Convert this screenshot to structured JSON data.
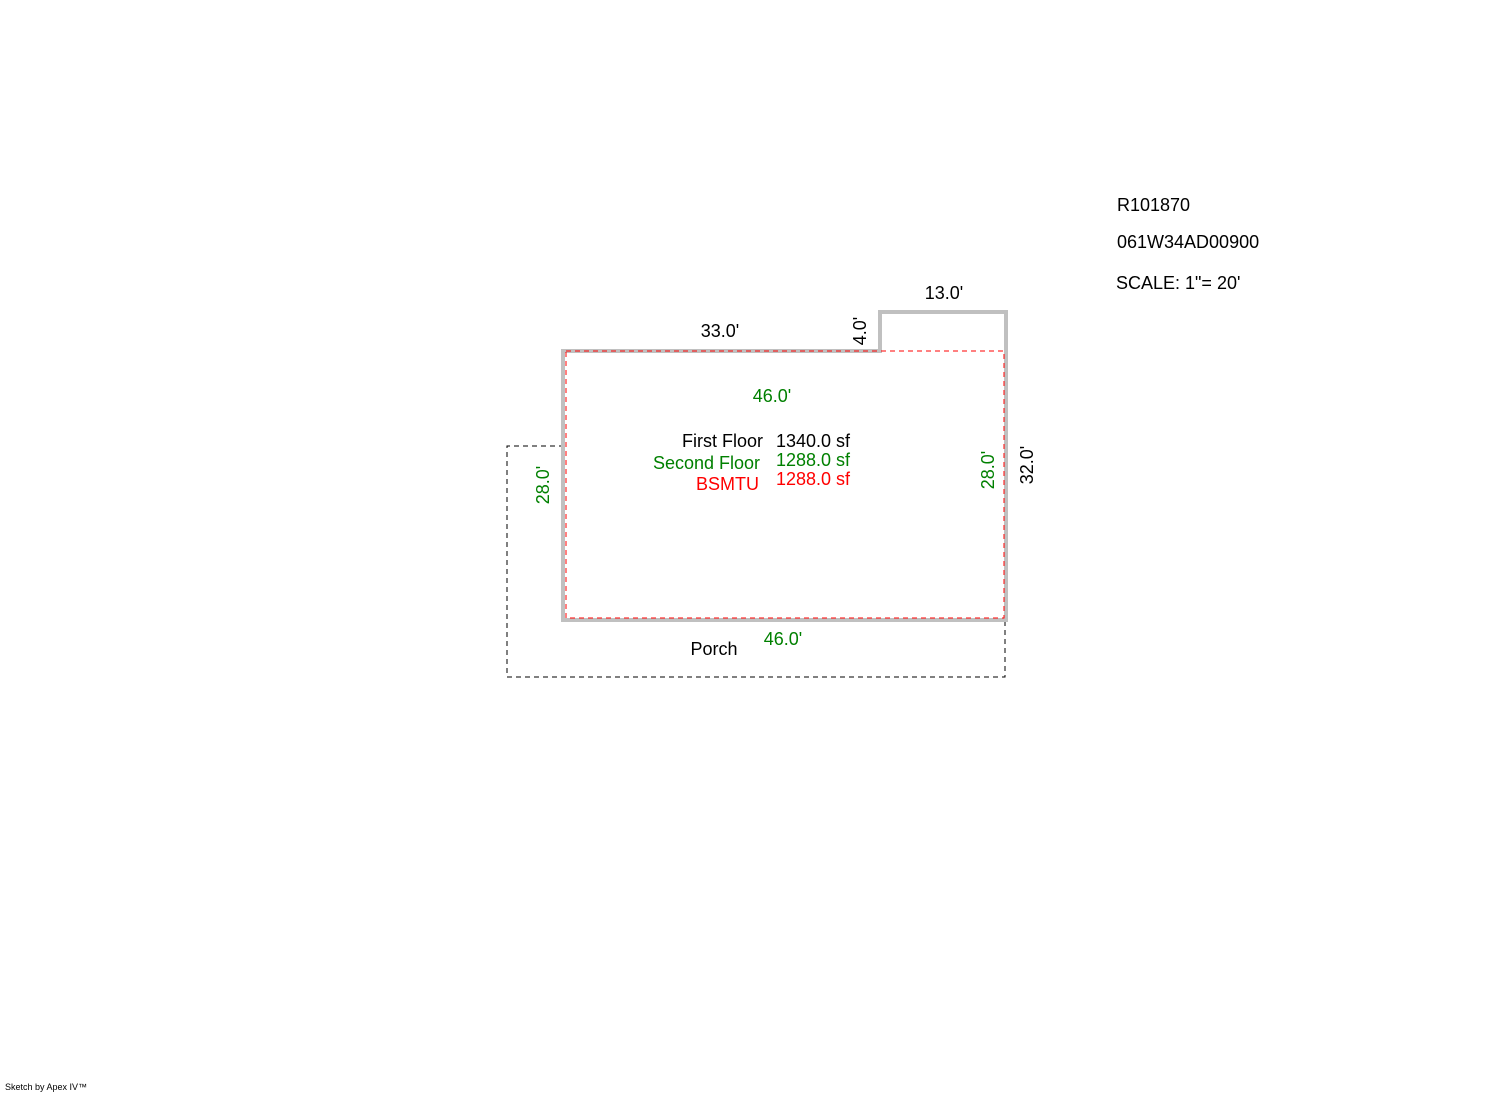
{
  "header": {
    "property_id": "R101870",
    "map_tax_lot": "061W34AD00900",
    "scale": "SCALE: 1\"= 20'"
  },
  "dimensions": {
    "top_left": "33.0'",
    "step_height": "4.0'",
    "top_right": "13.0'",
    "second_floor_top": "46.0'",
    "right_outer": "32.0'",
    "right_inner": "28.0'",
    "left_inner": "28.0'",
    "bottom": "46.0'"
  },
  "areas": [
    {
      "label": "First Floor",
      "value": "1340.0 sf",
      "color": "#000000"
    },
    {
      "label": "Second Floor",
      "value": "1288.0 sf",
      "color": "#008000"
    },
    {
      "label": "BSMTU",
      "value": "1288.0 sf",
      "color": "#ff0000"
    }
  ],
  "porch": {
    "label": "Porch"
  },
  "footer": {
    "credit": "Sketch by Apex IV™"
  },
  "colors": {
    "first_floor_outline": "#c0c0c0",
    "second_floor_dims": "#008000",
    "basement_outline": "#ff0000",
    "porch_outline": "#000000"
  }
}
